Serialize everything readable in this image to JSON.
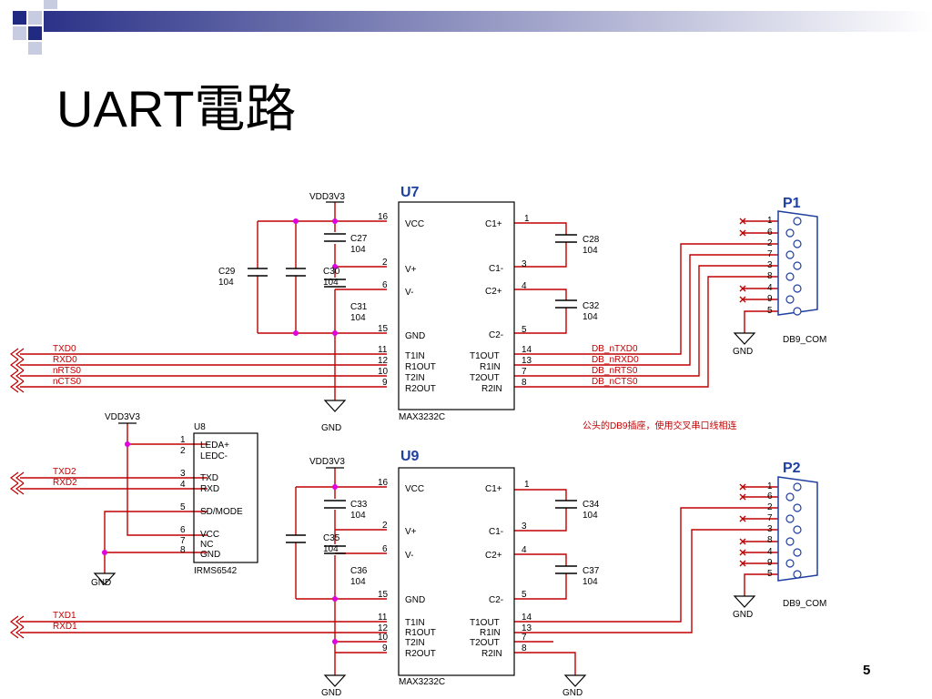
{
  "slide": {
    "title": "UART電路",
    "page_number": "5"
  },
  "colors": {
    "wire": "#c00000",
    "component": "#000000",
    "connector_body": "#1f3fa0",
    "header_gradient_start": "#2c3388",
    "header_gradient_end": "#ffffff"
  },
  "schematic": {
    "note": "公头的DB9插座，使用交叉串口线相连",
    "power_net": "VDD3V3",
    "ground_net": "GND",
    "u7": {
      "ref": "U7",
      "part": "MAX3232C",
      "left_pins": [
        {
          "num": "16",
          "name": "VCC"
        },
        {
          "num": "2",
          "name": "V+"
        },
        {
          "num": "6",
          "name": "V-"
        },
        {
          "num": "15",
          "name": "GND"
        },
        {
          "num": "11",
          "name": "T1IN"
        },
        {
          "num": "12",
          "name": "R1OUT"
        },
        {
          "num": "10",
          "name": "T2IN"
        },
        {
          "num": "9",
          "name": "R2OUT"
        }
      ],
      "right_pins": [
        {
          "num": "1",
          "name": "C1+"
        },
        {
          "num": "3",
          "name": "C1-"
        },
        {
          "num": "4",
          "name": "C2+"
        },
        {
          "num": "5",
          "name": "C2-"
        },
        {
          "num": "14",
          "name": "T1OUT"
        },
        {
          "num": "13",
          "name": "R1IN"
        },
        {
          "num": "7",
          "name": "T2OUT"
        },
        {
          "num": "8",
          "name": "R2IN"
        }
      ],
      "input_nets": [
        "TXD0",
        "RXD0",
        "nRTS0",
        "nCTS0"
      ],
      "output_nets": [
        "DB_nTXD0",
        "DB_nRXD0",
        "DB_nRTS0",
        "DB_nCTS0"
      ],
      "caps": [
        {
          "ref": "C27",
          "value": "104"
        },
        {
          "ref": "C28",
          "value": "104"
        },
        {
          "ref": "C29",
          "value": "104"
        },
        {
          "ref": "C30",
          "value": "104"
        },
        {
          "ref": "C31",
          "value": "104"
        },
        {
          "ref": "C32",
          "value": "104"
        }
      ]
    },
    "p1": {
      "ref": "P1",
      "part": "DB9_COM",
      "pins": [
        "1",
        "6",
        "2",
        "7",
        "3",
        "8",
        "4",
        "9",
        "5"
      ]
    },
    "u8": {
      "ref": "U8",
      "part": "IRMS6542",
      "pins": [
        {
          "num": "1",
          "name": "LEDA+"
        },
        {
          "num": "2",
          "name": "LEDC-"
        },
        {
          "num": "3",
          "name": "TXD"
        },
        {
          "num": "4",
          "name": "RXD"
        },
        {
          "num": "5",
          "name": "SD/MODE"
        },
        {
          "num": "6",
          "name": "VCC"
        },
        {
          "num": "7",
          "name": "NC"
        },
        {
          "num": "8",
          "name": "GND"
        }
      ],
      "nets": [
        "TXD2",
        "RXD2"
      ]
    },
    "u9": {
      "ref": "U9",
      "part": "MAX3232C",
      "left_pins": [
        {
          "num": "16",
          "name": "VCC"
        },
        {
          "num": "2",
          "name": "V+"
        },
        {
          "num": "6",
          "name": "V-"
        },
        {
          "num": "15",
          "name": "GND"
        },
        {
          "num": "11",
          "name": "T1IN"
        },
        {
          "num": "12",
          "name": "R1OUT"
        },
        {
          "num": "10",
          "name": "T2IN"
        },
        {
          "num": "9",
          "name": "R2OUT"
        }
      ],
      "right_pins": [
        {
          "num": "1",
          "name": "C1+"
        },
        {
          "num": "3",
          "name": "C1-"
        },
        {
          "num": "4",
          "name": "C2+"
        },
        {
          "num": "5",
          "name": "C2-"
        },
        {
          "num": "14",
          "name": "T1OUT"
        },
        {
          "num": "13",
          "name": "R1IN"
        },
        {
          "num": "7",
          "name": "T2OUT"
        },
        {
          "num": "8",
          "name": "R2IN"
        }
      ],
      "input_nets": [
        "TXD1",
        "RXD1"
      ],
      "caps": [
        {
          "ref": "C33",
          "value": "104"
        },
        {
          "ref": "C34",
          "value": "104"
        },
        {
          "ref": "C35",
          "value": "104"
        },
        {
          "ref": "C36",
          "value": "104"
        },
        {
          "ref": "C37",
          "value": "104"
        }
      ]
    },
    "p2": {
      "ref": "P2",
      "part": "DB9_COM",
      "pins": [
        "1",
        "6",
        "2",
        "7",
        "3",
        "8",
        "4",
        "9",
        "5"
      ]
    }
  }
}
